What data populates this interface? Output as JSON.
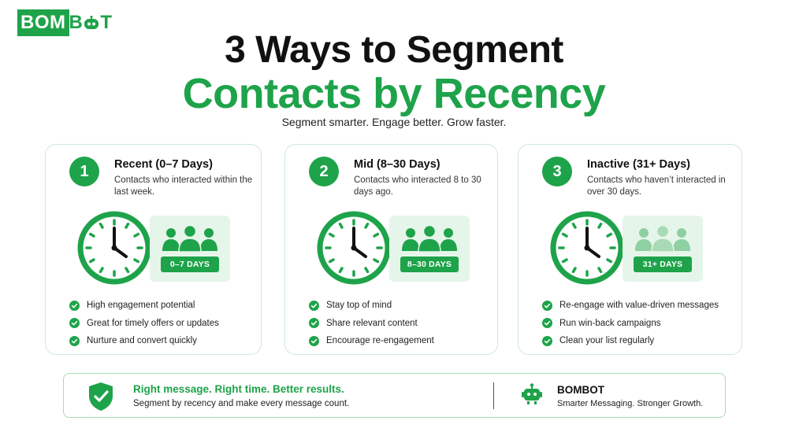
{
  "logo": {
    "boxed": "BOM",
    "rest_b": "B",
    "rest_t": "T",
    "icon": "robot-o-icon"
  },
  "title_line1": "3 Ways to Segment",
  "title_line2": "Contacts by Recency",
  "subtitle": "Segment smarter. Engage better. Grow faster.",
  "colors": {
    "accent": "#1ea34a",
    "light_accent": "#e6f5ea",
    "card_border": "#cfe9d6",
    "text": "#111111"
  },
  "cards": [
    {
      "number": "1",
      "title": "Recent (0–7 Days)",
      "description": "Contacts who interacted within the last week.",
      "badge": "0–7 DAYS",
      "people_style": "filled",
      "bullets": [
        "High engagement potential",
        "Great for timely offers or updates",
        "Nurture and convert quickly"
      ]
    },
    {
      "number": "2",
      "title": "Mid (8–30 Days)",
      "description": "Contacts who interacted 8 to 30 days ago.",
      "badge": "8–30 DAYS",
      "people_style": "filled",
      "bullets": [
        "Stay top of mind",
        "Share relevant content",
        "Encourage re-engagement"
      ]
    },
    {
      "number": "3",
      "title": "Inactive (31+ Days)",
      "description": "Contacts who haven’t interacted in over 30 days.",
      "badge": "31+ DAYS",
      "people_style": "faded",
      "bullets": [
        "Re-engage with value-driven messages",
        "Run win-back campaigns",
        "Clean your list regularly"
      ]
    }
  ],
  "footer": {
    "headline": "Right message. Right time. Better results.",
    "subline": "Segment by recency and make every message count.",
    "brand": "BOMBOT",
    "tagline": "Smarter Messaging. Stronger Growth."
  }
}
